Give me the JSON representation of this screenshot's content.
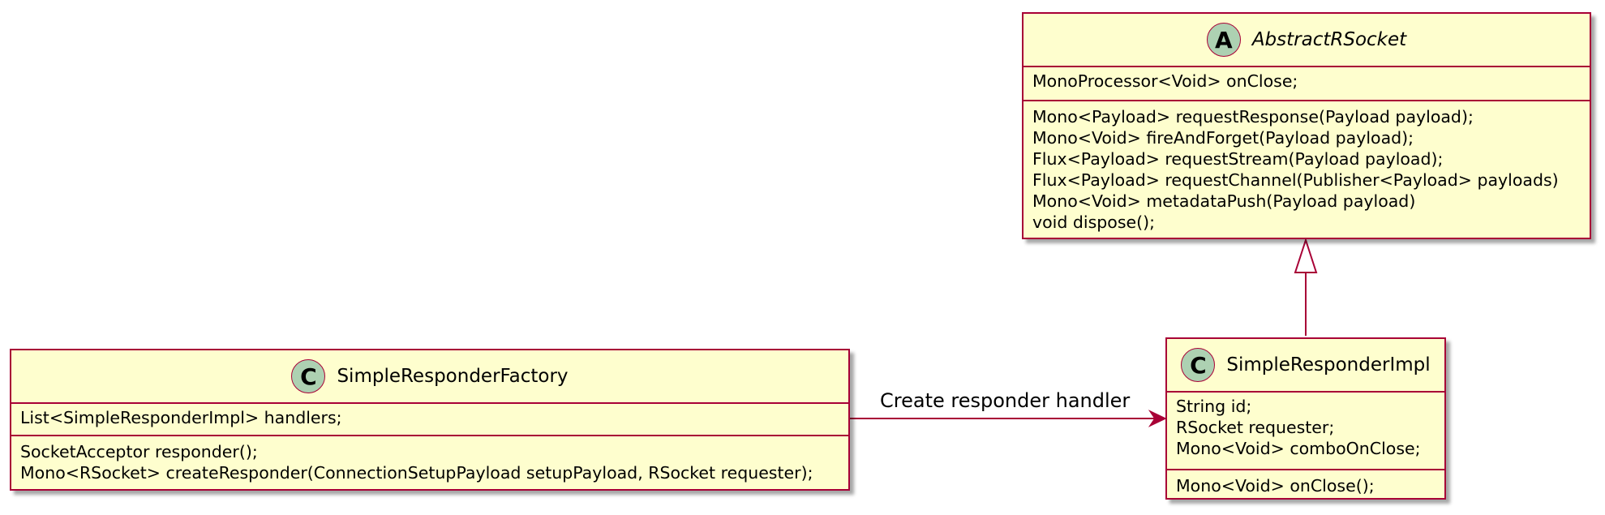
{
  "classes": {
    "abstract_rsocket": {
      "stereotype": "A",
      "name": "AbstractRSocket",
      "fields": [
        "MonoProcessor<Void> onClose;"
      ],
      "methods": [
        "Mono<Payload> requestResponse(Payload payload);",
        "Mono<Void> fireAndForget(Payload payload);",
        "Flux<Payload> requestStream(Payload payload);",
        "Flux<Payload> requestChannel(Publisher<Payload> payloads)",
        "Mono<Void> metadataPush(Payload payload)",
        "void dispose();"
      ]
    },
    "simple_responder_factory": {
      "stereotype": "C",
      "name": "SimpleResponderFactory",
      "fields": [
        "List<SimpleResponderImpl> handlers;"
      ],
      "methods": [
        "SocketAcceptor responder();",
        "Mono<RSocket> createResponder(ConnectionSetupPayload setupPayload, RSocket requester);"
      ]
    },
    "simple_responder_impl": {
      "stereotype": "C",
      "name": "SimpleResponderImpl",
      "fields": [
        "String id;",
        "RSocket requester;",
        "Mono<Void> comboOnClose;"
      ],
      "methods": [
        "Mono<Void> onClose();"
      ]
    }
  },
  "relations": {
    "create_label": "Create responder handler"
  },
  "colors": {
    "class_fill": "#FEFECE",
    "border": "#A80036",
    "stereotype_fill": "#ADD1B2"
  }
}
